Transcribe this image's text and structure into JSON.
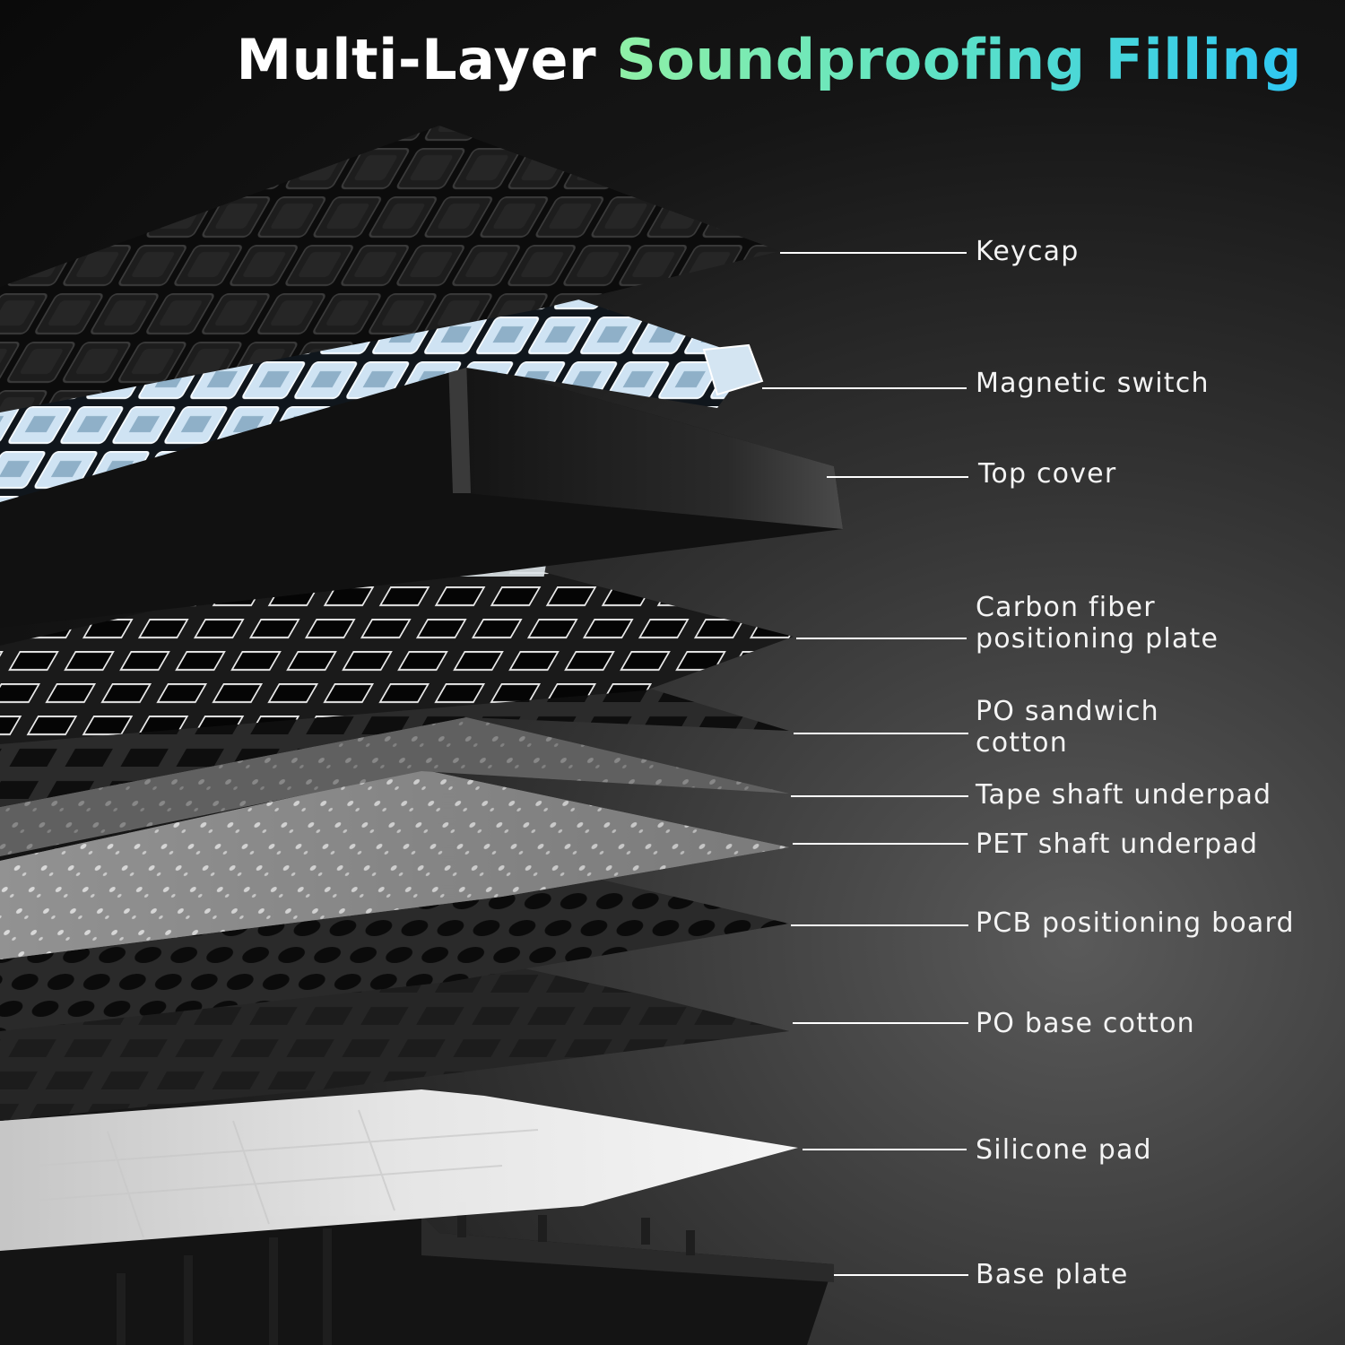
{
  "title": {
    "part1": "Multi-Layer",
    "part2": "Soundproofing Filling",
    "accent_gradient": [
      "#8ff0a6",
      "#5fe3c3",
      "#2ec7f3"
    ]
  },
  "layers": [
    {
      "id": "keycap",
      "label": "Keycap"
    },
    {
      "id": "switch",
      "label": "Magnetic switch"
    },
    {
      "id": "topcover",
      "label": "Top cover"
    },
    {
      "id": "plate",
      "label": "Carbon fiber\npositioning plate"
    },
    {
      "id": "sandwich",
      "label": "PO sandwich\ncotton"
    },
    {
      "id": "tape",
      "label": "Tape shaft underpad"
    },
    {
      "id": "pet",
      "label": "PET shaft underpad"
    },
    {
      "id": "pcb",
      "label": "PCB positioning board"
    },
    {
      "id": "base-cotton",
      "label": "PO base cotton"
    },
    {
      "id": "silicone",
      "label": "Silicone pad"
    },
    {
      "id": "baseplate",
      "label": "Base plate"
    }
  ],
  "colors": {
    "background": "#111111",
    "label_text": "#f4f4f4",
    "leader_line": "#ffffff"
  }
}
